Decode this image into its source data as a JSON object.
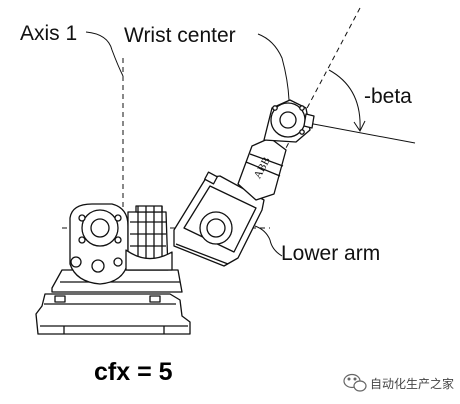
{
  "diagram": {
    "labels": {
      "axis1": "Axis 1",
      "wrist_center": "Wrist center",
      "beta": "-beta",
      "lower_arm": "Lower arm",
      "arm_brand": "ABB"
    },
    "formula": "cfx = 5",
    "watermark": "自动化生产之家"
  },
  "colors": {
    "ink": "#111111",
    "background": "#ffffff"
  }
}
